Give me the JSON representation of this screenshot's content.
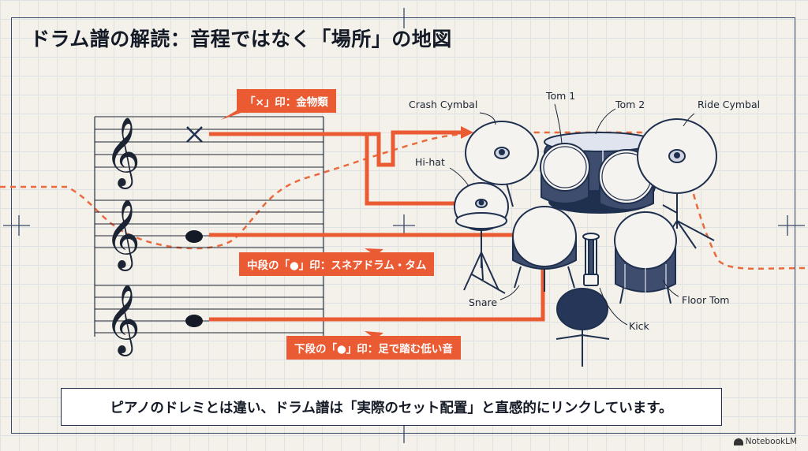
{
  "title": "ドラム譜の解読：音程ではなく「場所」の地図",
  "callouts": {
    "top": "「×」印：金物類",
    "middle": "中段の「●」印：スネアドラム・タム",
    "bottom": "下段の「●」印：足で踏む低い音"
  },
  "drum_labels": {
    "crash": "Crash Cymbal",
    "tom1": "Tom 1",
    "tom2": "Tom 2",
    "ride": "Ride Cymbal",
    "hihat": "Hi-hat",
    "snare": "Snare",
    "kick": "Kick",
    "floor_tom": "Floor Tom"
  },
  "footer_text": "ピアノのドレミとは違い、ドラム譜は「実際のセット配置」と直感的にリンクしています。",
  "brand": "NotebookLM",
  "colors": {
    "accent": "#ea5a33",
    "navy": "#1f2f4e",
    "background": "#f3f1ea"
  }
}
